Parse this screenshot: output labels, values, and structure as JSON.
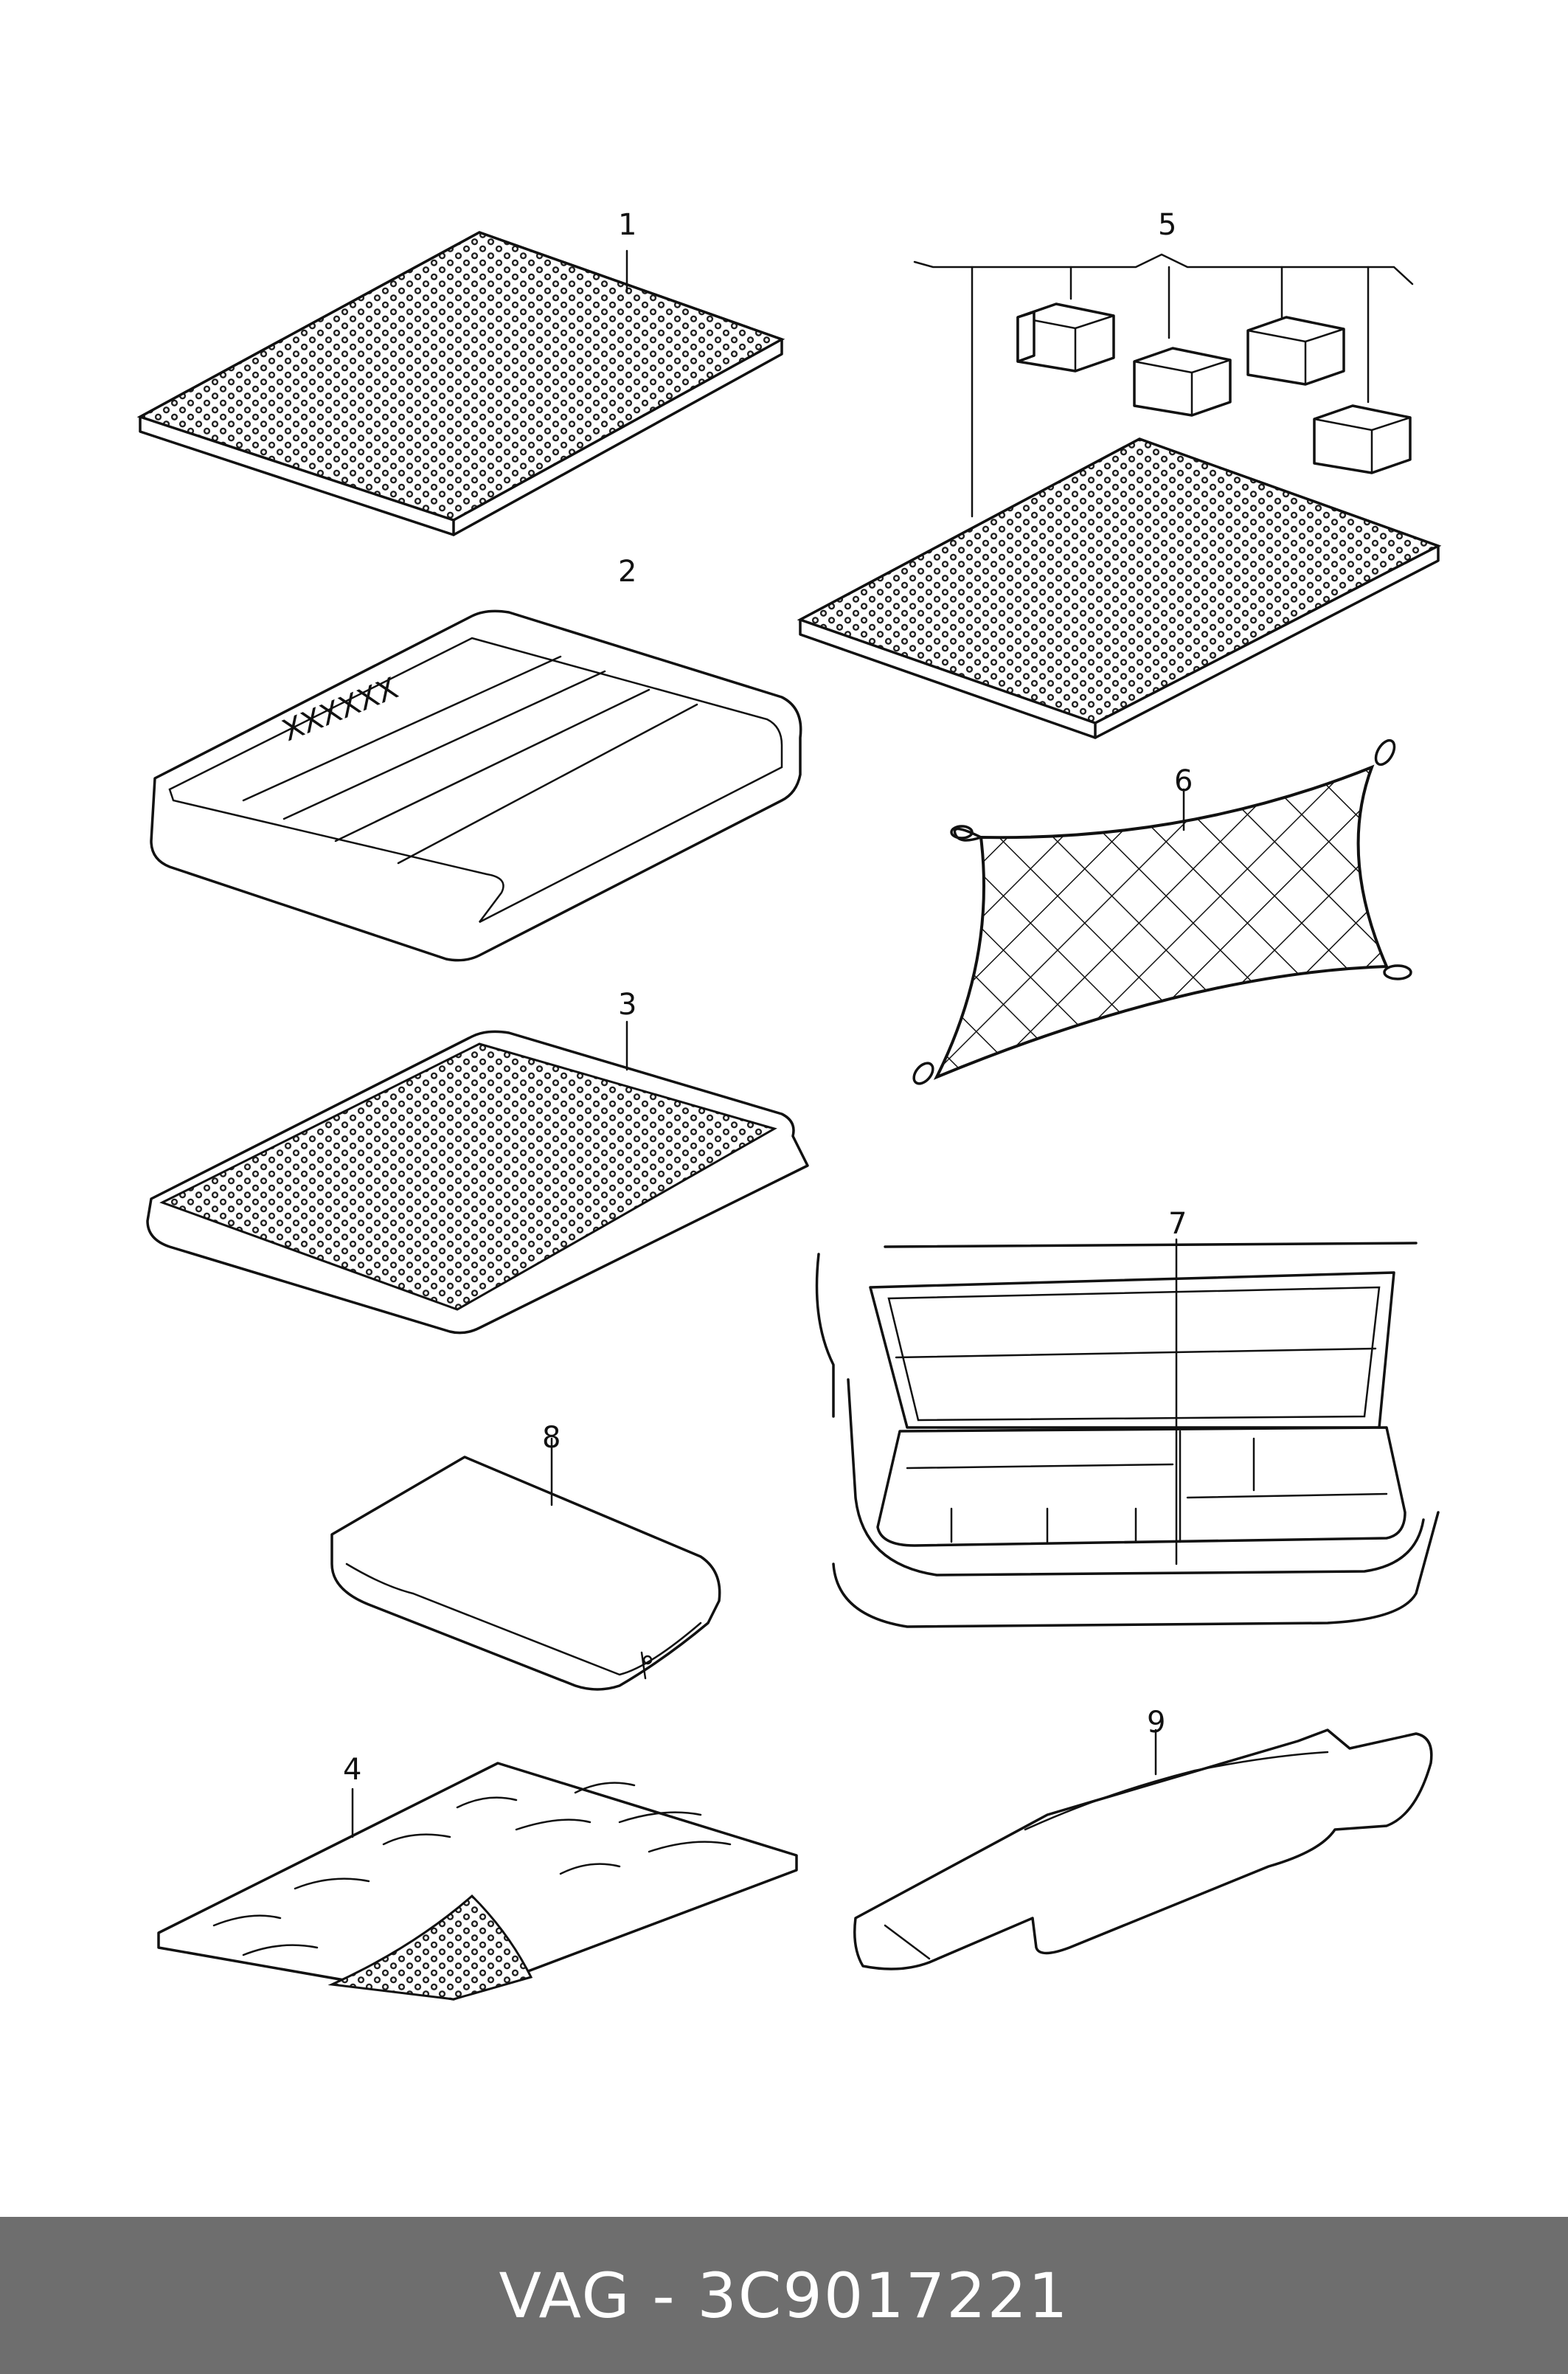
{
  "diagram": {
    "callouts": [
      {
        "id": "c1",
        "label": "1"
      },
      {
        "id": "c2",
        "label": "2"
      },
      {
        "id": "c3",
        "label": "3"
      },
      {
        "id": "c4",
        "label": "4"
      },
      {
        "id": "c5",
        "label": "5"
      },
      {
        "id": "c6",
        "label": "6"
      },
      {
        "id": "c7",
        "label": "7"
      },
      {
        "id": "c8",
        "label": "8"
      },
      {
        "id": "c9",
        "label": "9"
      }
    ],
    "tray_marking": "XXXXXX",
    "parts": [
      "mat-rubber",
      "trunk-tray",
      "mat-tray-rubber",
      "reversible-mat",
      "mat-with-holders",
      "cargo-net",
      "trunk-organizer",
      "storage-bag",
      "foam-insert"
    ]
  },
  "footer": {
    "part_number": "VAG - 3C9017221"
  },
  "colors": {
    "footer_bg": "#6e6e6e",
    "footer_text": "#ffffff",
    "line": "#111111",
    "background": "#ffffff"
  }
}
